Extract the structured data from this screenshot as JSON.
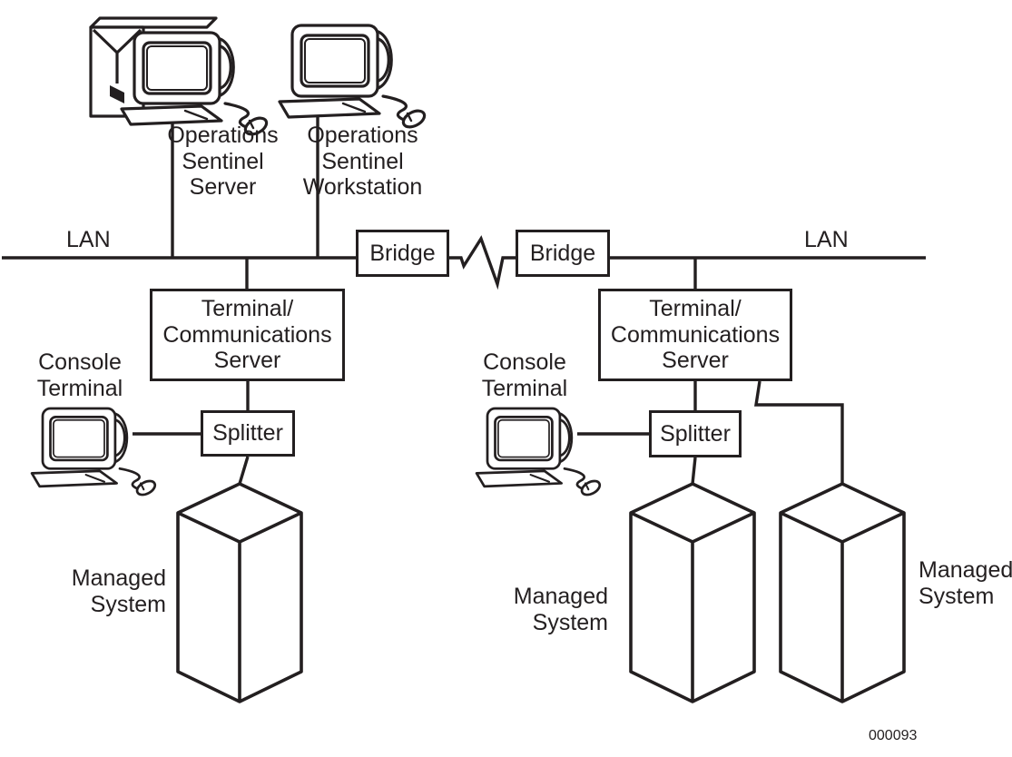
{
  "figure": {
    "type": "network-topology-diagram",
    "figure_number": "000093"
  },
  "colors": {
    "ink": "#231f20",
    "background": "#ffffff"
  },
  "nodes": {
    "ops_server": {
      "label": "Operations\nSentinel\nServer"
    },
    "ops_workstation": {
      "label": "Operations\nSentinel\nWorkstation"
    },
    "lan_left": {
      "label": "LAN"
    },
    "lan_right": {
      "label": "LAN"
    },
    "bridge_left": {
      "label": "Bridge"
    },
    "bridge_right": {
      "label": "Bridge"
    },
    "tc_server_left": {
      "label": "Terminal/\nCommunications\nServer"
    },
    "tc_server_right": {
      "label": "Terminal/\nCommunications\nServer"
    },
    "console_terminal_left": {
      "label": "Console\nTerminal"
    },
    "console_terminal_right": {
      "label": "Console\nTerminal"
    },
    "splitter_left": {
      "label": "Splitter"
    },
    "splitter_right": {
      "label": "Splitter"
    },
    "managed_system_left": {
      "label": "Managed\nSystem"
    },
    "managed_system_center": {
      "label": "Managed\nSystem"
    },
    "managed_system_right": {
      "label": "Managed\nSystem"
    }
  },
  "icons": {
    "server_computer": "desktop-computer-with-tower-icon",
    "workstation_computer": "desktop-computer-icon",
    "console_terminal": "desktop-computer-icon",
    "managed_system": "cabinet-3d-box-shape",
    "lan_break": "zigzag-link-symbol"
  }
}
